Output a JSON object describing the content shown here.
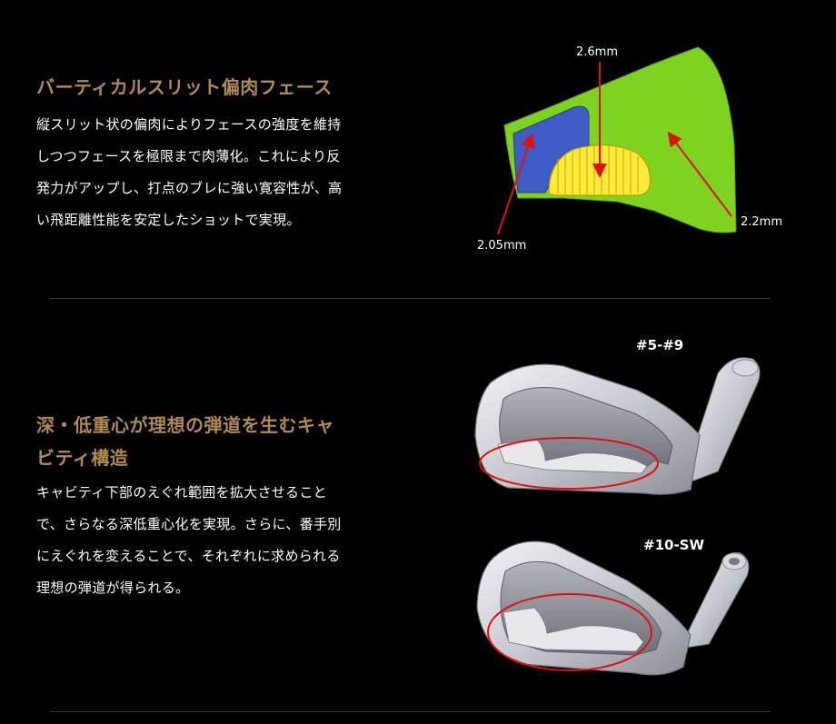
{
  "section1": {
    "title": "バーティカルスリット偏肉フェース",
    "lines": [
      "縦スリット状の偏肉によりフェースの強度を維持",
      "しつつフェースを極限まで肉薄化。これにより反",
      "発力がアップし、打点のブレに強い寛容性が、高",
      "い飛距離性能を安定したショットで実現。"
    ],
    "diagram": {
      "label_top": "2.6mm",
      "label_right": "2.2mm",
      "label_left": "2.05mm",
      "colors": {
        "face": "#7ed321",
        "pocket": "#3d5cc4",
        "slit": "#ffe93a",
        "arrow": "#e01010"
      }
    }
  },
  "section2": {
    "title_lines": [
      "深・低重心が理想の弾道を生むキャ",
      "ビティ構造"
    ],
    "lines": [
      "キャビティ下部のえぐれ範囲を拡大させること",
      "で、さらなる深低重心化を実現。さらに、番手別",
      "にえぐれを変えることで、それぞれに求められる",
      "理想の弾道が得られる。"
    ],
    "club1_label": "#5-#9",
    "club2_label": "#10-SW",
    "colors": {
      "heading": "#b08a52",
      "highlight": "#e01010"
    }
  }
}
